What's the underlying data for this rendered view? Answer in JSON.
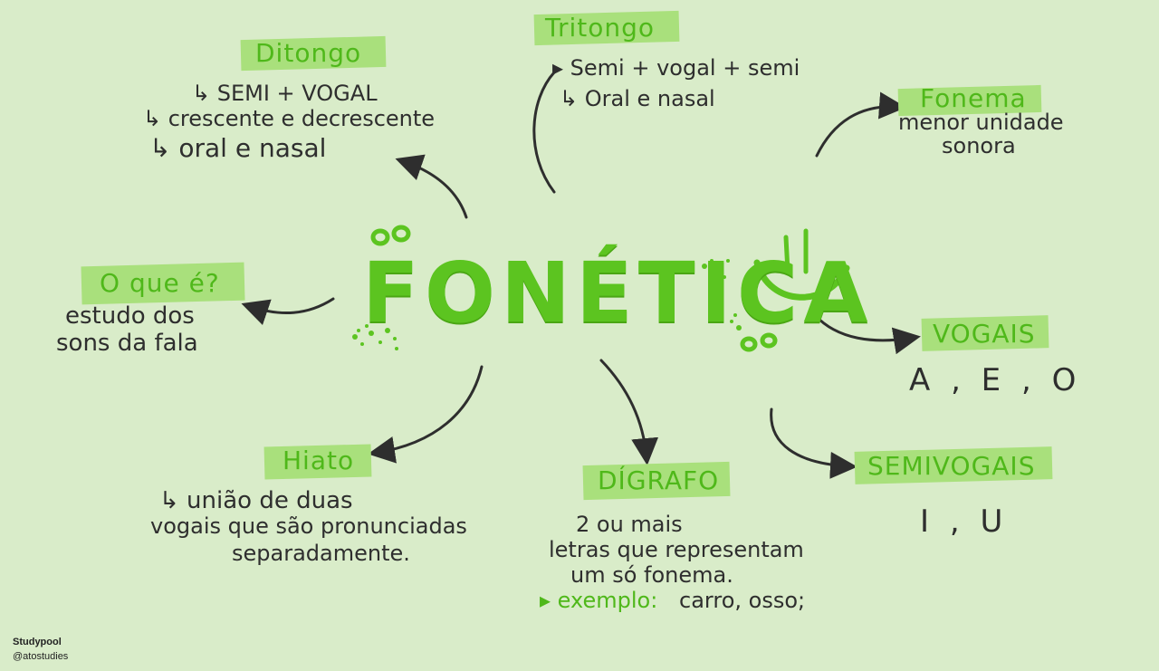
{
  "main_title": "FONÉTICA",
  "colors": {
    "background": "#d9ecc9",
    "accent": "#5cc420",
    "highlight": "#a9e07c",
    "ink": "#2e2e2e"
  },
  "nodes": {
    "ditongo": {
      "title": "Ditongo",
      "lines": [
        "↳ SEMI + VOGAL",
        "↳ crescente e decrescente",
        "↳ oral e nasal"
      ]
    },
    "tritongo": {
      "title": "Tritongo",
      "lines": [
        "▸ Semi + vogal + semi",
        "↳ Oral e nasal"
      ]
    },
    "fonema": {
      "title": "Fonema",
      "lines": [
        "menor unidade",
        "sonora"
      ]
    },
    "oque": {
      "title": "O que é?",
      "lines": [
        "estudo dos",
        "sons da fala"
      ]
    },
    "vogais": {
      "title": "VOGAIS",
      "content": "A , E , O"
    },
    "semivogais": {
      "title": "SEMIVOGAIS",
      "content": "I , U"
    },
    "hiato": {
      "title": "Hiato",
      "lines": [
        "↳ união de duas",
        "vogais que são pronunciadas",
        "separadamente."
      ]
    },
    "digrafo": {
      "title": "DÍGRAFO",
      "lines": [
        "2 ou mais",
        "letras que representam",
        "um só fonema."
      ],
      "example_label": "▸ exemplo:",
      "example_value": "carro, osso;"
    }
  },
  "credit": {
    "brand": "Studypool",
    "handle": "@atostudies"
  }
}
